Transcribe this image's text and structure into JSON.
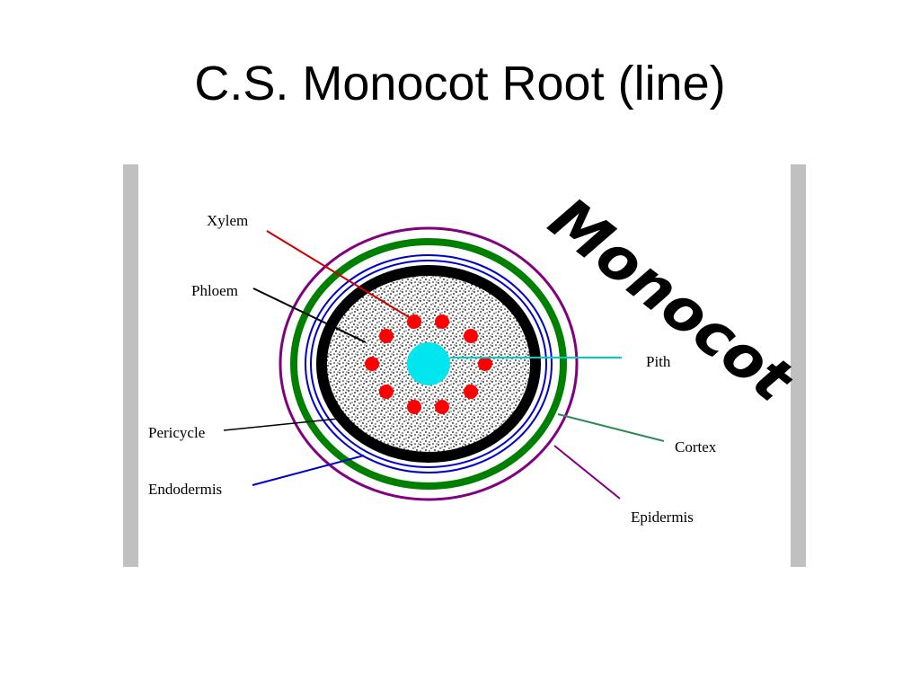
{
  "slide": {
    "title": "C.S. Monocot Root (line)"
  },
  "diagram": {
    "handwritten_title": "Monocot",
    "labels": {
      "xylem": "Xylem",
      "phloem": "Phloem",
      "pith": "Pith",
      "pericycle": "Pericycle",
      "endodermis": "Endodermis",
      "cortex": "Cortex",
      "epidermis": "Epidermis"
    },
    "colors": {
      "epidermis": "#800080",
      "cortex": "#008000",
      "endodermis": "#0000cc",
      "pericycle": "#000000",
      "xylem": "#ff0000",
      "pith": "#00e5ee",
      "xylem_leader": "#cc0000",
      "pith_leader": "#00cccc",
      "cortex_leader": "#2e8b57",
      "side_bars": "#c0c0c0"
    }
  }
}
